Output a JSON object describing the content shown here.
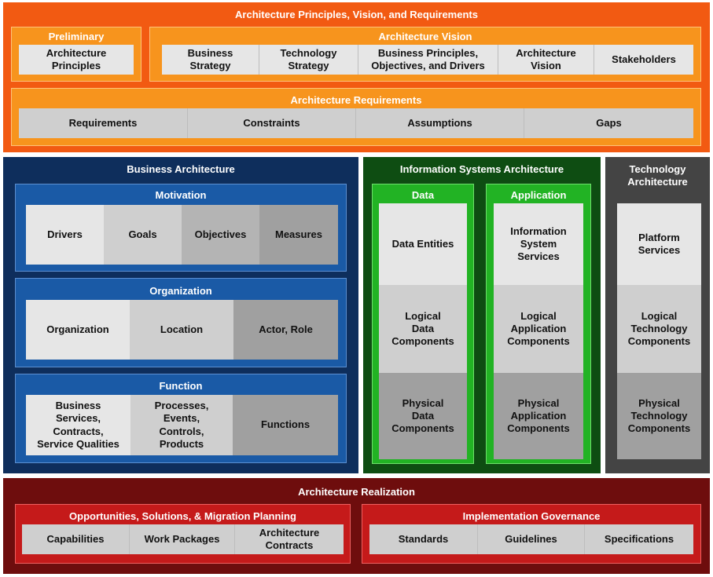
{
  "principles": {
    "title": "Architecture Principles, Vision, and Requirements",
    "preliminary": {
      "title": "Preliminary",
      "items": [
        "Architecture\nPrinciples"
      ]
    },
    "vision": {
      "title": "Architecture Vision",
      "items": [
        "Business\nStrategy",
        "Technology\nStrategy",
        "Business Principles,\nObjectives, and Drivers",
        "Architecture\nVision",
        "Stakeholders"
      ]
    },
    "requirements": {
      "title": "Architecture Requirements",
      "items": [
        "Requirements",
        "Constraints",
        "Assumptions",
        "Gaps"
      ]
    }
  },
  "business": {
    "title": "Business Architecture",
    "motivation": {
      "title": "Motivation",
      "items": [
        "Drivers",
        "Goals",
        "Objectives",
        "Measures"
      ]
    },
    "organization": {
      "title": "Organization",
      "items": [
        "Organization",
        "Location",
        "Actor, Role"
      ]
    },
    "function": {
      "title": "Function",
      "items": [
        "Business\nServices,\nContracts,\nService Qualities",
        "Processes,\nEvents,\nControls,\nProducts",
        "Functions"
      ]
    }
  },
  "information_systems": {
    "title": "Information Systems Architecture",
    "data": {
      "title": "Data",
      "items": [
        "Data Entities",
        "Logical\nData\nComponents",
        "Physical\nData\nComponents"
      ]
    },
    "application": {
      "title": "Application",
      "items": [
        "Information\nSystem\nServices",
        "Logical\nApplication\nComponents",
        "Physical\nApplication\nComponents"
      ]
    }
  },
  "technology": {
    "title": "Technology\nArchitecture",
    "items": [
      "Platform\nServices",
      "Logical\nTechnology\nComponents",
      "Physical\nTechnology\nComponents"
    ]
  },
  "realization": {
    "title": "Architecture Realization",
    "opportunities": {
      "title": "Opportunities, Solutions, & Migration Planning",
      "items": [
        "Capabilities",
        "Work Packages",
        "Architecture\nContracts"
      ]
    },
    "governance": {
      "title": "Implementation Governance",
      "items": [
        "Standards",
        "Guidelines",
        "Specifications"
      ]
    }
  }
}
